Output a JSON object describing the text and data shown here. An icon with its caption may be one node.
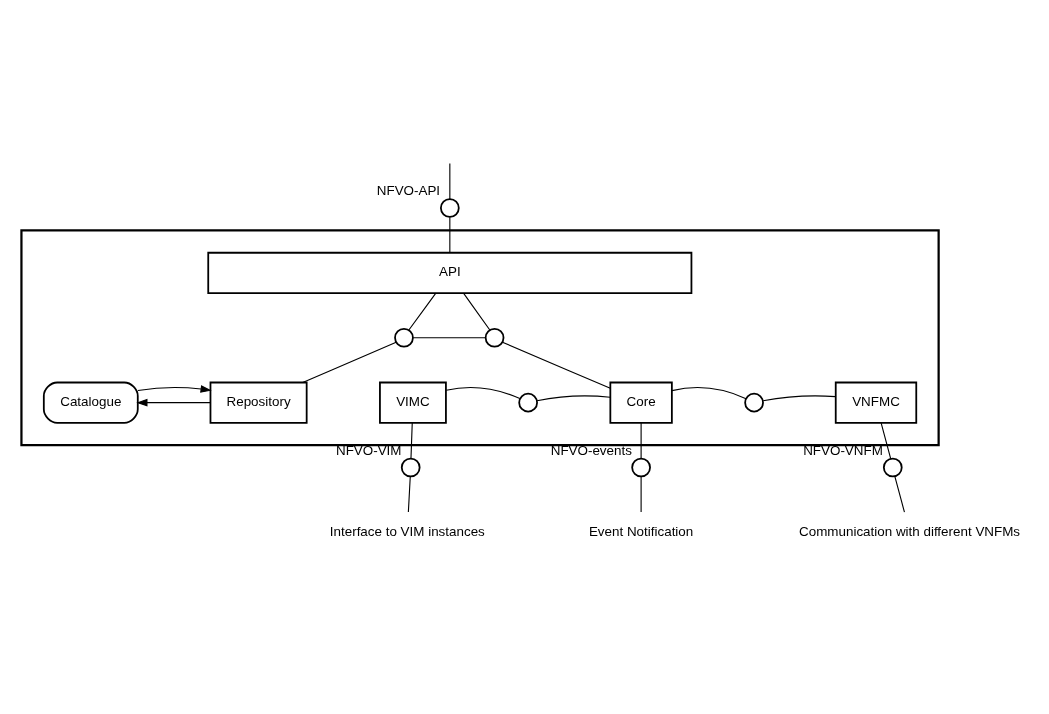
{
  "diagram": {
    "nodes": [
      {
        "text": [],
        "shape": "box"
      },
      {
        "text": [
          "API"
        ],
        "in": 0
      },
      {
        "text": [],
        "shape": "circle",
        "beside": [
          "NFVO-API"
        ]
      },
      {
        "text": [],
        "shape": "circle",
        "in": 0
      },
      {
        "text": [],
        "shape": "circle",
        "in": 0
      },
      {
        "text": [
          "Catalogue"
        ],
        "in": 0
      },
      {
        "text": [
          "Repository"
        ],
        "in": 0
      },
      {
        "text": [
          "VIMC"
        ],
        "in": 0
      },
      {
        "text": [],
        "shape": "circle",
        "in": 0
      },
      {
        "text": [
          "Core"
        ],
        "in": 0
      },
      {
        "text": [],
        "shape": "circle",
        "in": 0
      },
      {
        "text": [
          "VNFMC"
        ],
        "in": 0
      },
      {
        "text": [],
        "shape": "circle",
        "beside": [
          "NFVO-VIM"
        ]
      },
      {
        "text": [],
        "shape": "circle",
        "beside": [
          "NFVO-events"
        ]
      },
      {
        "text": [],
        "shape": "circle",
        "beside": [
          "NFVO-VNFM"
        ]
      },
      {
        "text": [
          "Interface to VIM instances"
        ]
      },
      {
        "text": [
          "Event Notification"
        ]
      },
      {
        "text": [
          "Communication with different VNFMs"
        ]
      }
    ],
    "edges": [
      {
        "from": null,
        "to": 2,
        "arrow": "none"
      },
      {
        "from": 2,
        "to": 1,
        "arrow": "none"
      },
      {
        "from": 1,
        "to": 3,
        "arrow": "none"
      },
      {
        "from": 1,
        "to": 4,
        "arrow": "none"
      },
      {
        "from": 3,
        "to": 4,
        "arrow": "none"
      },
      {
        "from": 3,
        "to": 6,
        "arrow": "none"
      },
      {
        "from": 4,
        "to": 9,
        "arrow": "none"
      },
      {
        "from": 6,
        "to": 5,
        "arrow": "to"
      },
      {
        "from": 5,
        "to": 6,
        "arrow": "to"
      },
      {
        "from": 7,
        "to": 8,
        "arrow": "none"
      },
      {
        "from": 8,
        "to": 9,
        "arrow": "none"
      },
      {
        "from": 9,
        "to": 10,
        "arrow": "none"
      },
      {
        "from": 10,
        "to": 11,
        "arrow": "none"
      },
      {
        "from": 7,
        "to": 12,
        "arrow": "none"
      },
      {
        "from": 12,
        "to": 15,
        "arrow": "none"
      },
      {
        "from": 9,
        "to": 13,
        "arrow": "none"
      },
      {
        "from": 13,
        "to": 16,
        "arrow": "none"
      },
      {
        "from": 11,
        "to": 14,
        "arrow": "none"
      },
      {
        "from": 14,
        "to": 17,
        "arrow": "none"
      }
    ]
  }
}
